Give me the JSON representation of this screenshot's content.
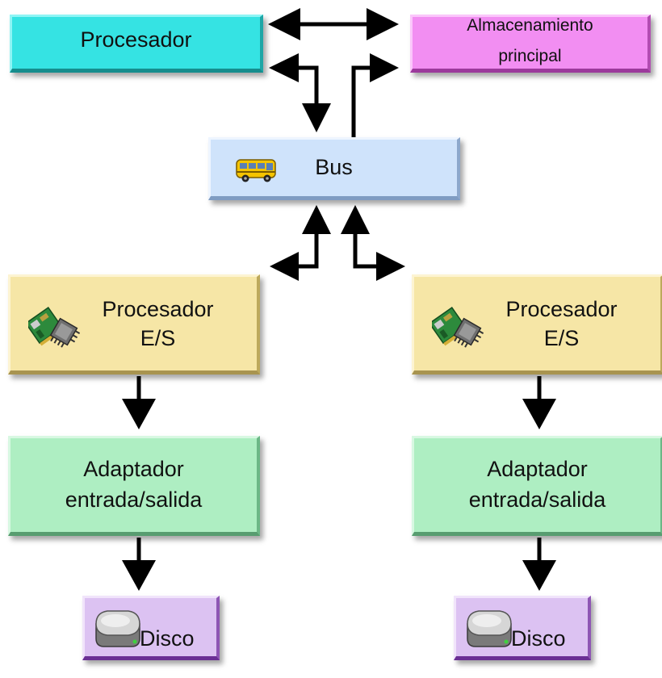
{
  "diagram": {
    "processor": "Procesador",
    "main_storage": {
      "line1": "Almacenamiento",
      "line2": "principal"
    },
    "bus": "Bus",
    "io_processors": [
      {
        "line1": "Procesador",
        "line2": "E/S"
      },
      {
        "line1": "Procesador",
        "line2": "E/S"
      }
    ],
    "io_adapters": [
      {
        "line1": "Adaptador",
        "line2": "entrada/salida"
      },
      {
        "line1": "Adaptador",
        "line2": "entrada/salida"
      }
    ],
    "disks": [
      {
        "label": "Disco"
      },
      {
        "label": "Disco"
      }
    ]
  },
  "icons": {
    "bus": "bus-icon",
    "io_processor": "circuit-board-chip-icon",
    "disk": "disk-drive-icon"
  },
  "colors": {
    "processor": "#35e3e3",
    "main_storage": "#f28ef2",
    "bus": "#cfe3fb",
    "io_processor": "#f6e6a6",
    "io_adapter": "#aeeec2",
    "disk": "#dcc2f2",
    "arrow": "#000000"
  }
}
